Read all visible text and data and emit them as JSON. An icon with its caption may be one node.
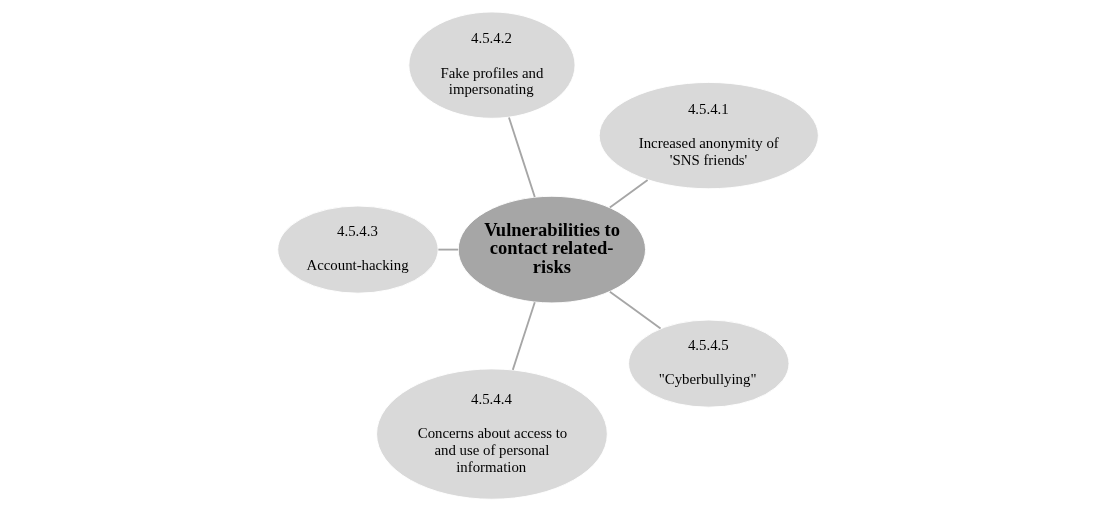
{
  "diagram": {
    "nodes": [
      {
        "text": [
          "Vulnerabilities to contact related-risks"
        ]
      },
      {
        "text": [
          "4.5.4.1",
          "Increased anonymity of 'SNS friends'"
        ]
      },
      {
        "text": [
          "4.5.4.2",
          "Fake profiles and impersonating"
        ]
      },
      {
        "text": [
          "4.5.4.3",
          "Account-hacking"
        ]
      },
      {
        "text": [
          "4.5.4.4",
          "Concerns about access to and use of personal information"
        ]
      },
      {
        "text": [
          "4.5.4.5",
          "\"Cyberbullying\""
        ]
      }
    ],
    "edges": [
      {
        "from": 0,
        "to": 1,
        "arrow": "none"
      },
      {
        "from": 0,
        "to": 2,
        "arrow": "none"
      },
      {
        "from": 0,
        "to": 3,
        "arrow": "none"
      },
      {
        "from": 0,
        "to": 4,
        "arrow": "none"
      },
      {
        "from": 0,
        "to": 5,
        "arrow": "none"
      }
    ]
  }
}
